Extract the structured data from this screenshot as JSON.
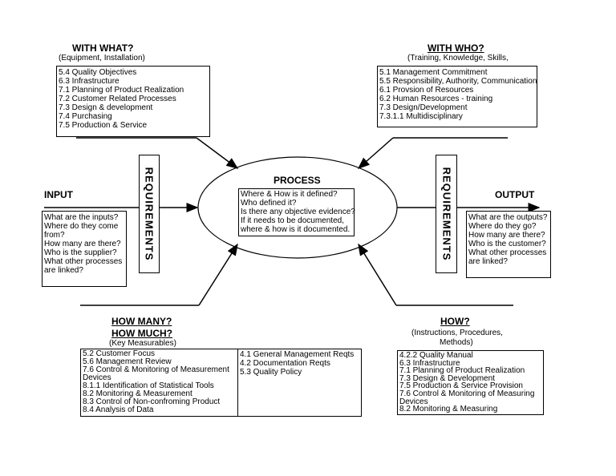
{
  "with_what": {
    "title": "WITH WHAT?",
    "subtitle": "(Equipment, Installation)",
    "items": [
      "5.4 Quality Objectives",
      "6.3 Infrastructure",
      "7.1 Planning of Product Realization",
      "7.2 Customer Related Processes",
      "7.3 Design & development",
      "7.4 Purchasing",
      "7.5 Production & Service"
    ]
  },
  "with_who": {
    "title": "WITH WHO?",
    "subtitle": "(Training, Knowledge, Skills,",
    "items": [
      "5.1 Management Commitment",
      "5.5 Responsibility, Authority, Communication",
      "6.1 Provsion of Resources",
      "6.2 Human Resources - training",
      "7.3 Design/Development",
      "7.3.1.1 Multidisciplinary"
    ]
  },
  "input": {
    "title": "INPUT",
    "items": [
      "What are the inputs?",
      "Where do they come from?",
      "How many are there?",
      "Who is the supplier?",
      "What other processes are linked?"
    ]
  },
  "output": {
    "title": "OUTPUT",
    "items": [
      "What are the outputs?",
      "Where do they go?",
      "How many are there?",
      "Who is the customer?",
      "What other processes are linked?"
    ]
  },
  "requirements_label": "REQUIREMENTS",
  "process": {
    "title": "PROCESS",
    "items": [
      "Where & How is it defined?",
      "Who defined it?",
      "Is there any objective evidence?",
      "If it needs to be documented,",
      "where & how is it documented."
    ]
  },
  "how_many": {
    "title1": "HOW MANY?",
    "title2": "HOW MUCH?",
    "subtitle": "(Key Measurables)",
    "left_items": [
      "5.2 Customer Focus",
      "5.6 Management Review",
      "7.6 Control & Monitoring of Measurement Devices",
      "8.1.1 Identification of Statistical Tools",
      "8.2 Monitoring & Measurement",
      "8.3 Control of Non-confroming Product",
      "8.4 Analysis of Data"
    ],
    "right_items": [
      "4.1 General Management Reqts",
      "4.2 Documentation Reqts",
      "5.3 Quality Policy"
    ]
  },
  "how": {
    "title": "HOW?",
    "subtitle1": "(Instructions, Procedures,",
    "subtitle2": "Methods)",
    "items": [
      "4.2.2 Quality Manual",
      "6.3 Infrastructure",
      "7.1 Planning of Product Realization",
      "7.3 Design & Development",
      "7.5 Production & Service Provision",
      "7.6 Control & Monitoring of Measuring Devices",
      "8.2 Monitoring & Measuring"
    ]
  }
}
